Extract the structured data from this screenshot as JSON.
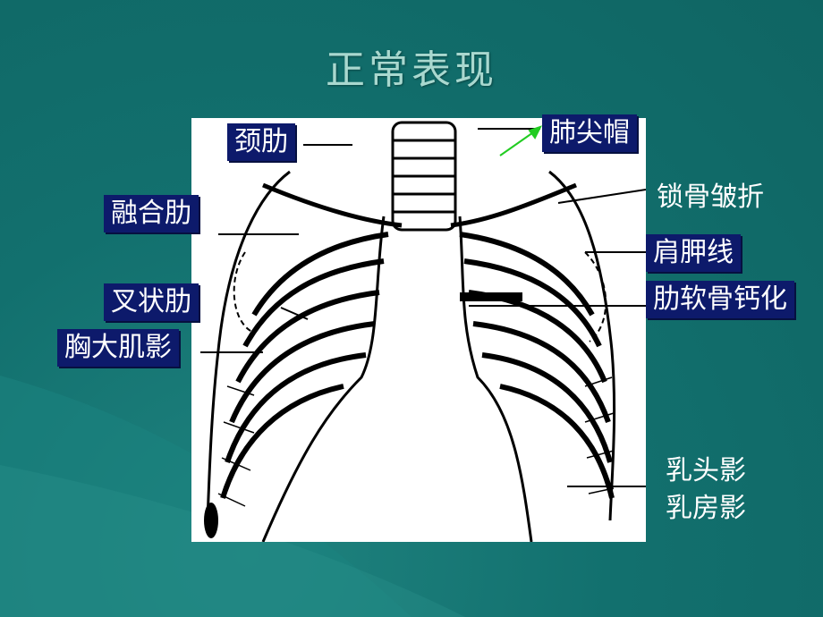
{
  "title": "正常表现",
  "labels": {
    "cervical_rib": "颈肋",
    "apical_cap": "肺尖帽",
    "fused_rib": "融合肋",
    "clavicle_fold": "锁骨皱折",
    "scapula_line": "肩胛线",
    "bifid_rib": "叉状肋",
    "costal_cartilage_calcification": "肋软骨钙化",
    "pectoralis_shadow": "胸大肌影",
    "nipple_shadow": "乳头影",
    "breast_shadow": "乳房影"
  },
  "colors": {
    "background": "#12706e",
    "title": "#a9d8cf",
    "label_box": "#0d1a6b",
    "arrow": "#22cc22"
  }
}
